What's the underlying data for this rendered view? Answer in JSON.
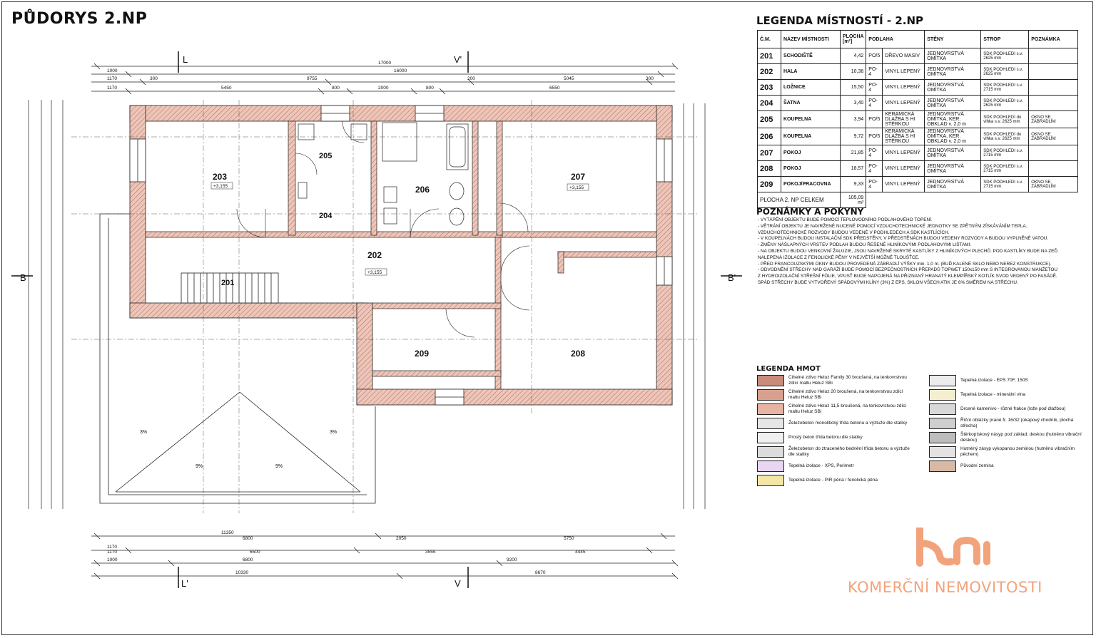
{
  "title": "PŮDORYS 2.NP",
  "legend_title": "LEGENDA MÍSTNOSTÍ - 2.NP",
  "table": {
    "headers": [
      "Č.M.",
      "NÁZEV MÍSTNOSTI",
      "PLOCHA [m²]",
      "PODLAHA",
      "STĚNY",
      "STROP",
      "POZNÁMKA"
    ],
    "rows": [
      {
        "num": "201",
        "name": "SCHODIŠTĚ",
        "area": "4,42",
        "code": "PO/5",
        "floor": "DŘEVO MASIV",
        "walls": "JEDNOVRSTVÁ OMÍTKA",
        "ceiling": "SDK PODHLEDI s.v. 2625 mm",
        "note": ""
      },
      {
        "num": "202",
        "name": "HALA",
        "area": "10,36",
        "code": "PO-4",
        "floor": "VINYL LEPENÝ",
        "walls": "JEDNOVRSTVÁ OMÍTKA",
        "ceiling": "SDK PODHLEDI s.v. 2625 mm",
        "note": ""
      },
      {
        "num": "203",
        "name": "LOŽNICE",
        "area": "15,50",
        "code": "PO-4",
        "floor": "VINYL LEPENÝ",
        "walls": "JEDNOVRSTVÁ OMÍTKA",
        "ceiling": "SDK PODHLEDI s.v. 2715 mm",
        "note": ""
      },
      {
        "num": "204",
        "name": "ŠATNA",
        "area": "3,40",
        "code": "PO-4",
        "floor": "VINYL LEPENÝ",
        "walls": "JEDNOVRSTVÁ OMÍTKA",
        "ceiling": "SDK PODHLEDI s.v. 2625 mm",
        "note": ""
      },
      {
        "num": "205",
        "name": "KOUPELNA",
        "area": "3,94",
        "code": "PO/5",
        "floor": "KERAMICKÁ DLAŽBA S HI STĚRKOU",
        "walls": "JEDNOVRSTVÁ OMÍTKA, KER. OBKLAD v. 2,0 m",
        "ceiling": "SDK PODHLEDI do vlhka s.v. 2625 mm",
        "note": "OKNO SE ZÁBRADLÍM"
      },
      {
        "num": "206",
        "name": "KOUPELNA",
        "area": "9,72",
        "code": "PO/5",
        "floor": "KERAMICKÁ DLAŽBA S HI STĚRKOU",
        "walls": "JEDNOVRSTVÁ OMÍTKA, KER. OBKLAD v. 2,0 m",
        "ceiling": "SDK PODHLEDI do vlhka s.v. 2625 mm",
        "note": "OKNO SE ZÁBRADLÍM"
      },
      {
        "num": "207",
        "name": "POKOJ",
        "area": "21,85",
        "code": "PO-4",
        "floor": "VINYL LEPENÝ",
        "walls": "JEDNOVRSTVÁ OMÍTKA",
        "ceiling": "SDK PODHLEDI s.v. 2715 mm",
        "note": ""
      },
      {
        "num": "208",
        "name": "POKOJ",
        "area": "18,57",
        "code": "PO-4",
        "floor": "VINYL LEPENÝ",
        "walls": "JEDNOVRSTVÁ OMÍTKA",
        "ceiling": "SDK PODHLEDI s.v. 2715 mm",
        "note": ""
      },
      {
        "num": "209",
        "name": "POKOJ/PRACOVNA",
        "area": "9,33",
        "code": "PO-4",
        "floor": "VINYL LEPENÝ",
        "walls": "JEDNOVRSTVÁ OMÍTKA",
        "ceiling": "SDK PODHLEDI s.v. 2715 mm",
        "note": "OKNO SE ZÁBRADLÍM"
      }
    ],
    "total_label": "PLOCHA 2. NP CELKEM",
    "total_value": "105,09 m²"
  },
  "notes_title": "POZNÁMKY A POKYNY",
  "notes": [
    "- VYTÁPĚNÍ OBJEKTU BUDE POMOCÍ TEPLOVODNÍHO PODLAHOVÉHO TOPENÍ.",
    "- VĚTRÁNÍ OBJEKTU JE NAVRŽENÉ NUCENÉ POMOCÍ VZDUCHOTECHNICKÉ JEDNOTKY SE ZPĚTNÝM ZÍSKÁVÁNÍM TEPLA.",
    "  VZDUCHOTECHNICKÉ ROZVODY BUDOU VEDENÉ V PODHLEDECH A SDK KASTLÍCÍCH.",
    "- V KOUPELNÁCH BUDOU INSTALAČNÍ SDK PŘEDSTĚNY, V PŘEDSTĚNÁCH BUDOU VEDENY ROZVODY A BUDOU VYPLNĚNÉ VATOU.",
    "- ZMĚNY NÁŠLAPNÝCH VRSTEV PODLAH BUDOU ŘEŠENÉ HLINÍKOVÝMI PODLAHOVÝMI LIŠTAMI.",
    "- NA OBJEKTU BUDOU VENKOVNÍ ŽALUZIE, JSOU NAVRŽENÉ SKRYTÉ KASTLÍKY Z HLINÍKOVÝCH PLECHŮ. POD KASTLÍKY BUDE NA ZEĎ",
    "  NALEPENÁ IZOLACE Z FENOLICKÉ PĚNY V NEJVĚTŠÍ MOŽNÉ TLOUŠŤCE.",
    "- PŘED FRANCOUZSKÝMI OKNY BUDOU PROVEDENÁ ZÁBRADLÍ VÝŠKY min. 1,0 m. (BUĎ KALENÉ SKLO NEBO NEREZ KONSTRUKCE).",
    "- ODVODNĚNÍ STŘECHY NAD GARÁŽÍ BUDE POMOCÍ BEZPEČNOSTNÍCH PŘEPADŮ TOPWET 150x150 mm S INTEGROVANOU MANŽETOU",
    "  Z HYDROIZOLAČNÍ STŘEŠNÍ FÓLIE, VPUSŤ BUDE NAPOJENÁ NA PŘIZNANÝ HRANATÝ KLEMPÍŘSKÝ KOTLÍK SVOD VEDENÝ PO FASÁDĚ.",
    "  SPÁD STŘECHY BUDE VYTVOŘENÝ SPÁDOVÝMI KLÍNY (3%) Z EPS, SKLON VŠECH ATIK JE 6% SMĚREM NA STŘECHU."
  ],
  "materials_title": "LEGENDA HMOT",
  "materials_left": [
    {
      "label": "Cihelné zdivo Heluz Family 30 broušená, na tenkovrstvou zdící maltu Heluz SBi",
      "color": "#c98b7a"
    },
    {
      "label": "Cihelné zdivo Heluz 20 broušená, na tenkovrstvou zdící maltu Heluz SBi",
      "color": "#d9a090"
    },
    {
      "label": "Cihelné zdivo Heluz 11,5 broušená, na tenkovrstvou zdící maltu Heluz SBi",
      "color": "#e8b3a3"
    },
    {
      "label": "Železobeton monolitický třída betonu a výztuže dle statiky",
      "color": "#e6e6e6"
    },
    {
      "label": "Prostý beton třída betonu dle statiky",
      "color": "#f0f0f0"
    },
    {
      "label": "Železobeton do ztraceného bednění třída betonu a výztuže dle statiky",
      "color": "#dcdcdc"
    },
    {
      "label": "Tepelná izolace - XPS, Perimetr",
      "color": "#e9d6f2"
    },
    {
      "label": "Tepelná izolace - PIR pěna / fenolická pěna",
      "color": "#f3e7a5"
    }
  ],
  "materials_right": [
    {
      "label": "Tepelná izolace - EPS 70F, 150S",
      "color": "#ececec"
    },
    {
      "label": "Tepelná izolace - minerální vlna",
      "color": "#f4efd0"
    },
    {
      "label": "Drcené kamenivo - různé frakce (lože pod dlažbou)",
      "color": "#d8d8d8"
    },
    {
      "label": "Říční oblázky prané fr. 16/32 (okapový chodník, plochá střecha)",
      "color": "#cfcfcf"
    },
    {
      "label": "Štěrkopískový násyp pod základ, deskou (hutněno vibrační deskou)",
      "color": "#bdbdbd"
    },
    {
      "label": "Hutněný zásyp vykopanou zeminou (hutněno vibračním pěchem)",
      "color": "#e3e3e3"
    },
    {
      "label": "Původní zemina",
      "color": "#d7b9a4"
    }
  ],
  "plan": {
    "rooms": [
      {
        "num": "203",
        "level": "+3,155"
      },
      {
        "num": "205",
        "level": ""
      },
      {
        "num": "206",
        "level": ""
      },
      {
        "num": "204",
        "level": ""
      },
      {
        "num": "207",
        "level": "+3,155"
      },
      {
        "num": "202",
        "level": "+3,155"
      },
      {
        "num": "201",
        "level": ""
      },
      {
        "num": "209",
        "level": ""
      },
      {
        "num": "208",
        "level": ""
      }
    ],
    "section_marks": [
      "L",
      "V'",
      "L'",
      "V",
      "B",
      "B'"
    ],
    "dims_top": [
      "17000",
      "1000",
      "16000",
      "1170",
      "300",
      "9755",
      "200",
      "5045",
      "300",
      "1170",
      "5450",
      "800",
      "2000",
      "800",
      "6550"
    ],
    "dims_bottom": [
      "11350",
      "1170",
      "6800",
      "2050",
      "5750",
      "1170",
      "6500",
      "3555",
      "4445",
      "1000",
      "6800",
      "9200",
      "10330",
      "8670"
    ],
    "roof_slopes": [
      "3%",
      "3%",
      "9%",
      "9%"
    ],
    "brand_text": "KOMERČNÍ NEMOVITOSTI",
    "accent": "#f2a37c",
    "wall_color": "#c98b7a"
  }
}
